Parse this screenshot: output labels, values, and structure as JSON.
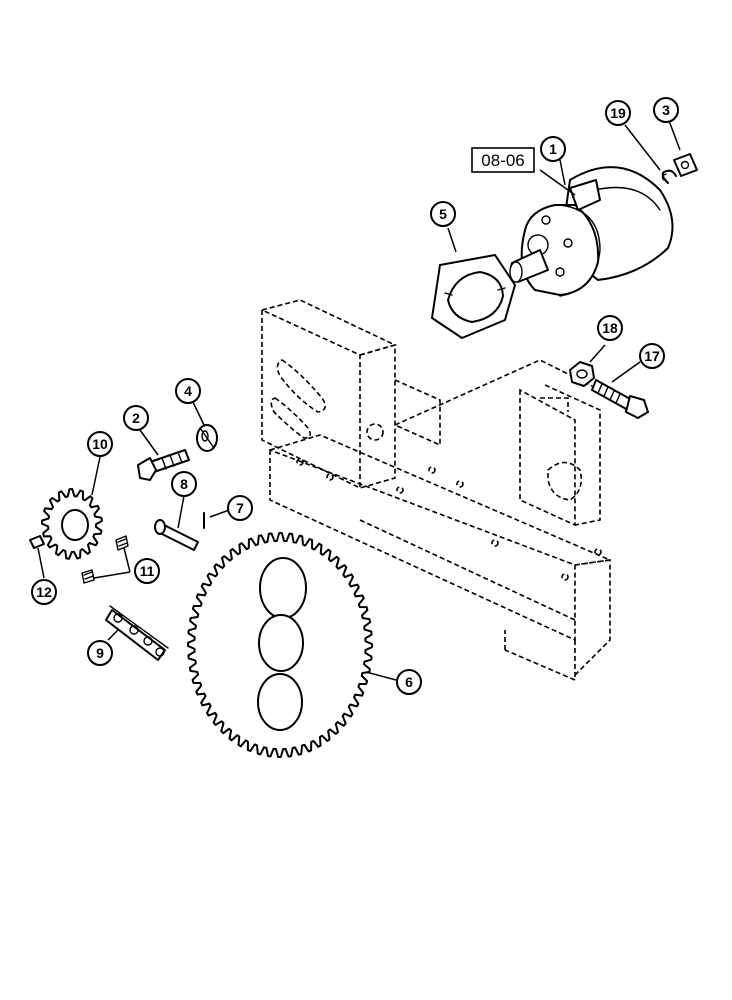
{
  "reference_box": {
    "label": "08-06"
  },
  "callouts": [
    {
      "id": "c1",
      "label": "1"
    },
    {
      "id": "c2",
      "label": "2"
    },
    {
      "id": "c3",
      "label": "3"
    },
    {
      "id": "c4",
      "label": "4"
    },
    {
      "id": "c5",
      "label": "5"
    },
    {
      "id": "c6",
      "label": "6"
    },
    {
      "id": "c7",
      "label": "7"
    },
    {
      "id": "c8",
      "label": "8"
    },
    {
      "id": "c9",
      "label": "9"
    },
    {
      "id": "c10",
      "label": "10"
    },
    {
      "id": "c11",
      "label": "11"
    },
    {
      "id": "c12",
      "label": "12"
    },
    {
      "id": "c17",
      "label": "17"
    },
    {
      "id": "c18",
      "label": "18"
    },
    {
      "id": "c19",
      "label": "19"
    }
  ]
}
